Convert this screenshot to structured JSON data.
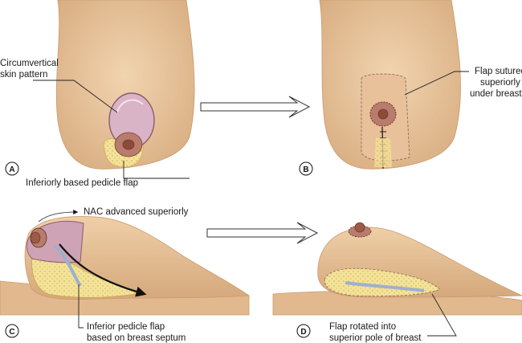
{
  "panels": [
    {
      "letter": "A",
      "labels": [
        "Circumvertical",
        "skin pattern",
        "Inferiorly based pedicle flap"
      ]
    },
    {
      "letter": "B",
      "labels": [
        "Flap sutured",
        "superiorly",
        "under breast"
      ]
    },
    {
      "letter": "C",
      "labels": [
        "NAC advanced superiorly",
        "Inferior pedicle flap",
        "based on breast septum"
      ]
    },
    {
      "letter": "D",
      "labels": [
        "Flap rotated into",
        "superior pole of breast"
      ]
    }
  ],
  "colors": {
    "skin": "#ecc9a0",
    "skin_shadow": "#d9ae82",
    "areola_pattern": "#d9b3c6",
    "nipple": "#9c5a48",
    "fat": "#f3e39a",
    "fat_dots": "#d8b85a",
    "septum": "#9fb0cc"
  }
}
